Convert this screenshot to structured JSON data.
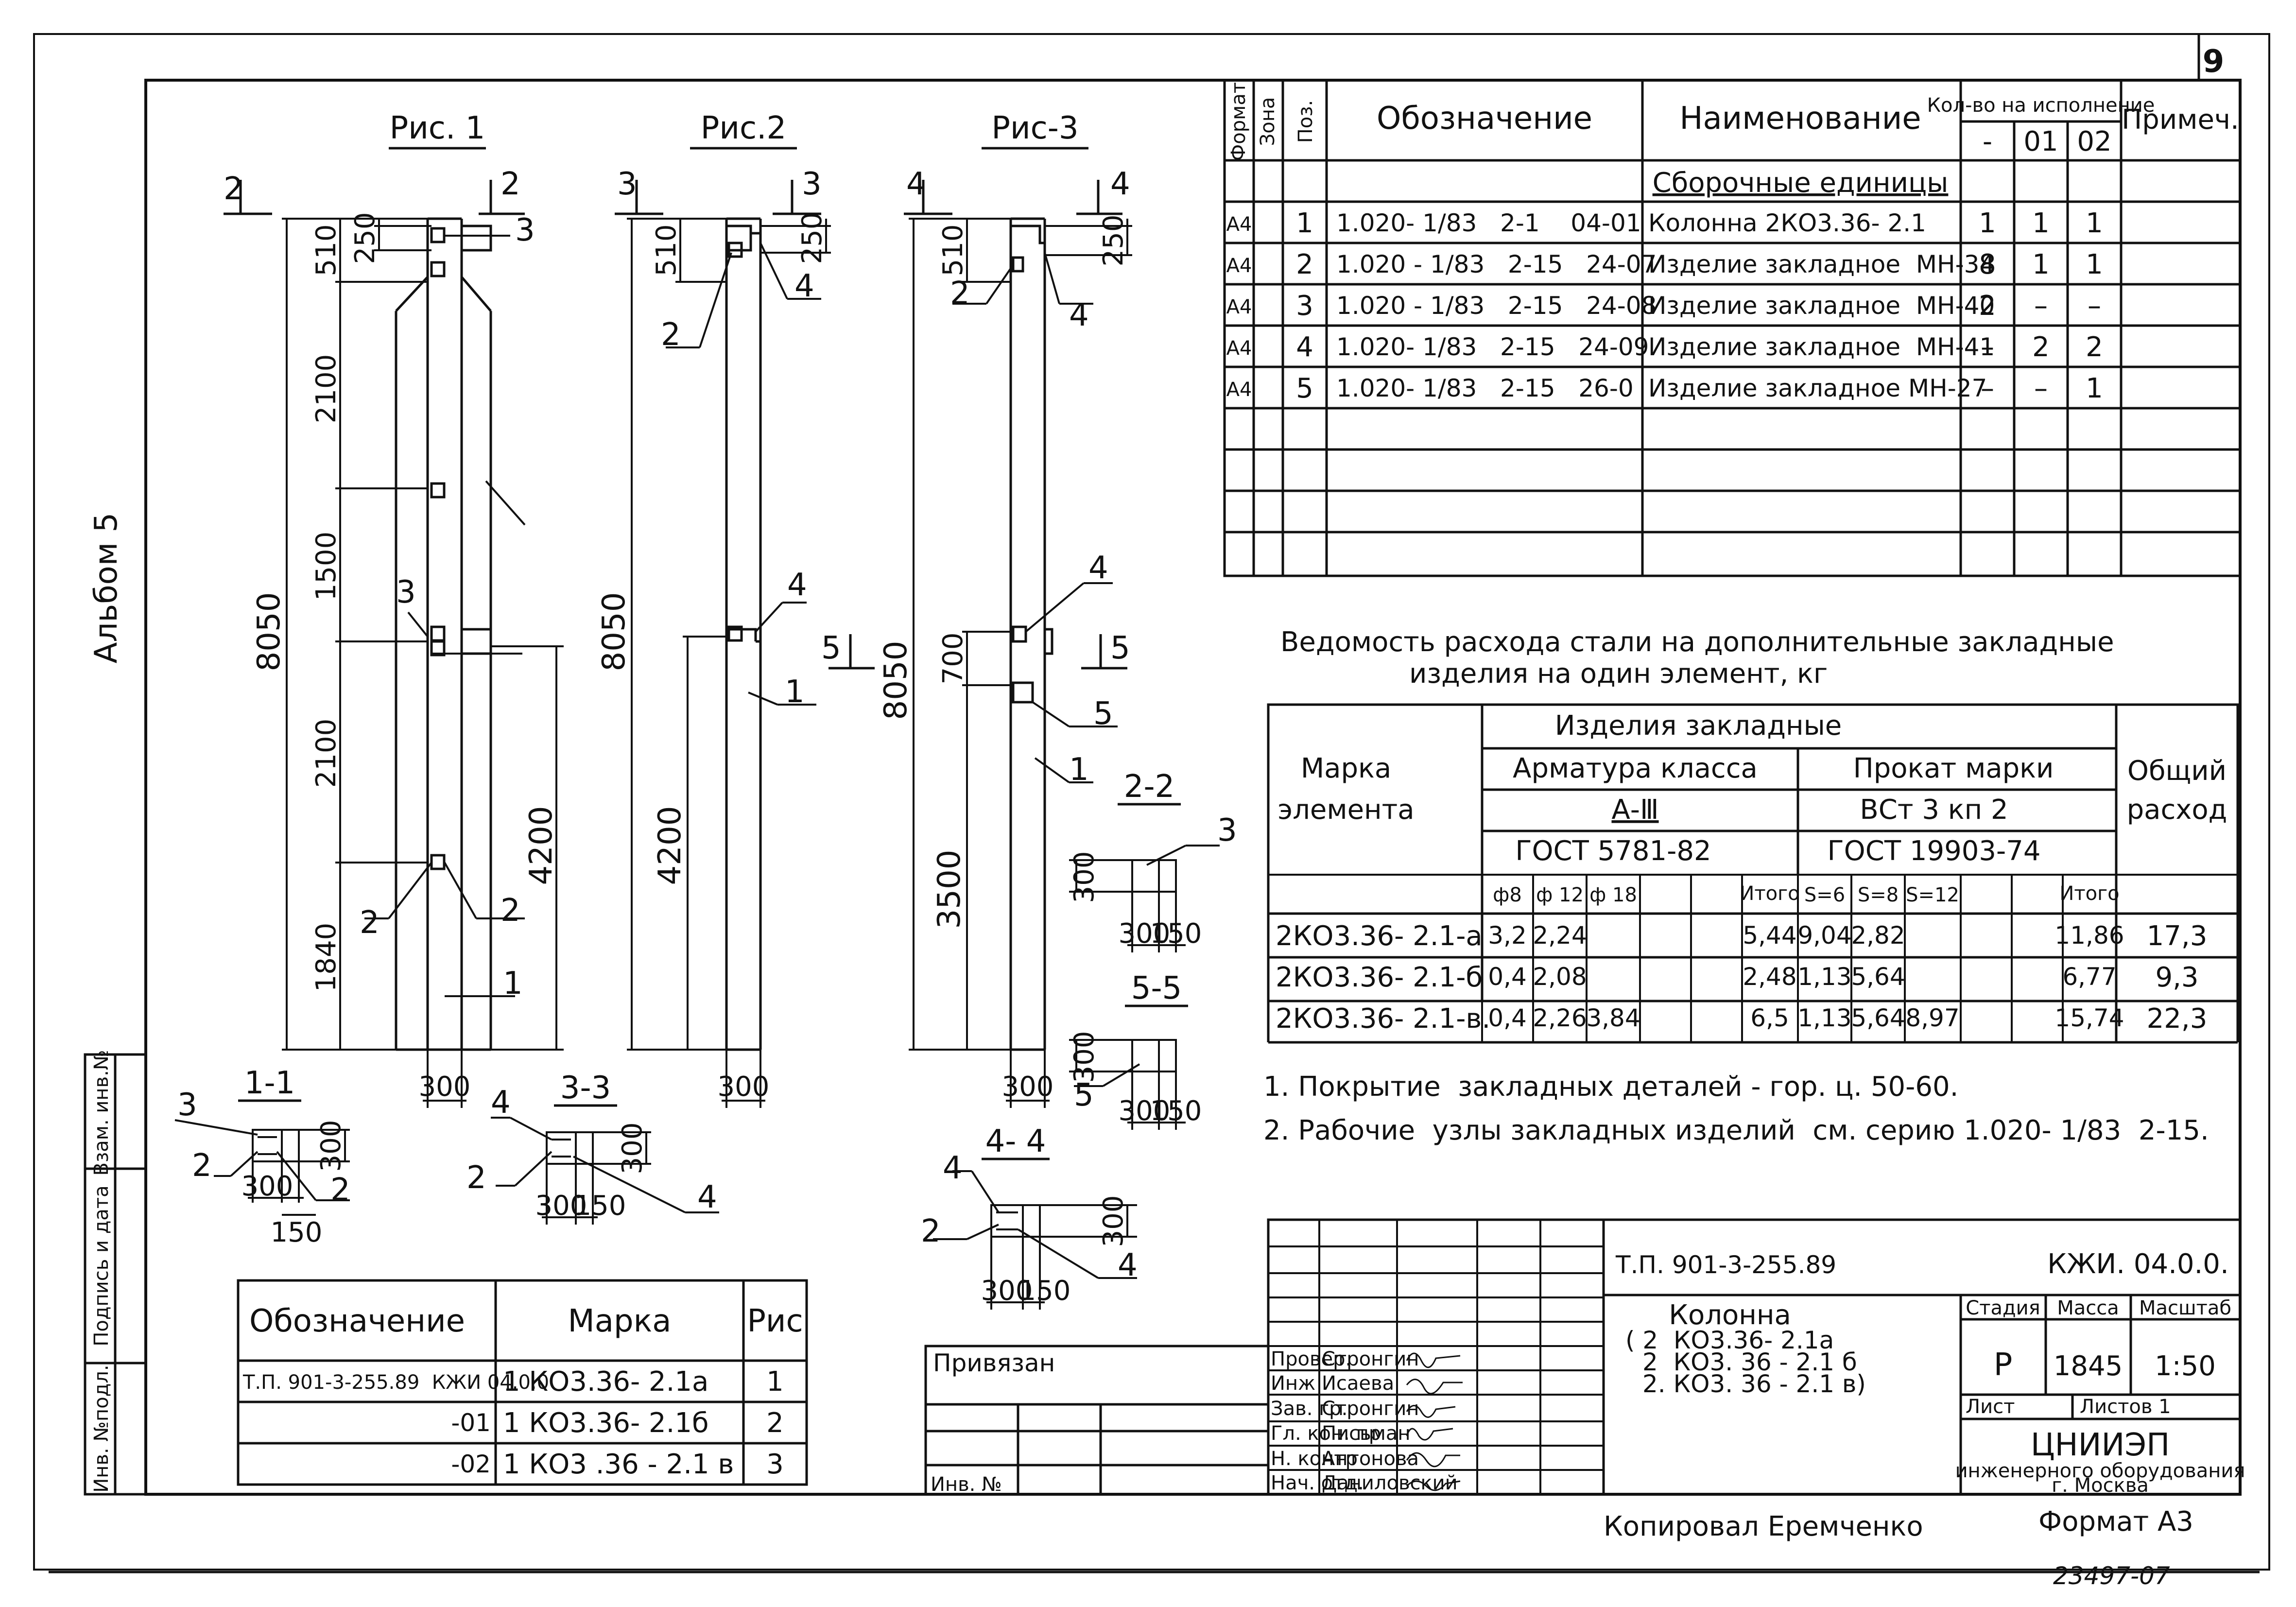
{
  "sheet_number": "9",
  "album_label": "Альбом 5",
  "side_stamp": [
    "Инв. №подл.",
    "Подпись и дата",
    "Взам. инв.№"
  ],
  "figures": {
    "fig1": {
      "title": "Рис. 1",
      "cut_top": "2",
      "dims": {
        "d510": "510",
        "d250": "250",
        "d2100a": "2100",
        "d1500": "1500",
        "d2100b": "2100",
        "d1840": "1840",
        "d8050": "8050",
        "d4200": "4200",
        "d300": "300"
      },
      "positions": [
        "3",
        "3",
        "2",
        "2",
        "1"
      ]
    },
    "fig2": {
      "title": "Рис.2",
      "cut_top": "3",
      "dims": {
        "d510": "510",
        "d250": "250",
        "d8050": "8050",
        "d4200": "4200",
        "d300": "300"
      },
      "positions": [
        "4",
        "2",
        "4",
        "1"
      ]
    },
    "fig3": {
      "title": "Рис-3",
      "cut_top": "4",
      "cut_mid": "5",
      "dims": {
        "d510": "510",
        "d250": "250",
        "d700": "700",
        "d8050": "8050",
        "d3500": "3500",
        "d300": "300"
      },
      "positions": [
        "2",
        "4",
        "4",
        "5",
        "1"
      ]
    }
  },
  "sections": {
    "s11": {
      "title": "1-1",
      "d300": "300",
      "d300b": "300",
      "d150": "150",
      "p3": "3",
      "p2a": "2",
      "p2b": "2"
    },
    "s33": {
      "title": "3-3",
      "d300": "300",
      "d300b": "300",
      "d150": "150",
      "p4a": "4",
      "p2": "2",
      "p4b": "4"
    },
    "s22": {
      "title": "2-2",
      "d300": "300",
      "d300b": "300",
      "d150": "150",
      "p3": "3"
    },
    "s55": {
      "title": "5-5",
      "d300": "300",
      "d300b": "300",
      "d150": "150",
      "p5": "5"
    },
    "s44": {
      "title": "4- 4",
      "d300": "300",
      "d300b": "300",
      "d150": "150",
      "p4a": "4",
      "p2": "2",
      "p4b": "4"
    }
  },
  "spec": {
    "headers": {
      "format": "Формат",
      "zone": "Зона",
      "pos": "Поз.",
      "designation": "Обозначение",
      "name": "Наименование",
      "qty": "Кол-во на исполнение",
      "note": "Примеч."
    },
    "qty_cols": [
      "-",
      "01",
      "02"
    ],
    "section_title": "Сборочные единицы",
    "rows": [
      {
        "format": "А4",
        "pos": "1",
        "designation": "1.020- 1/83   2-1    04-01",
        "name": "Колонна 2КО3.36- 2.1",
        "q0": "1",
        "q1": "1",
        "q2": "1"
      },
      {
        "format": "А4",
        "pos": "2",
        "designation": "1.020 - 1/83   2-15   24-07",
        "name": "Изделие закладное  МН-34",
        "q0": "8",
        "q1": "1",
        "q2": "1"
      },
      {
        "format": "А4",
        "pos": "3",
        "designation": "1.020 - 1/83   2-15   24-08",
        "name": "Изделие закладное  МН-40",
        "q0": "2",
        "q1": "–",
        "q2": "–"
      },
      {
        "format": "А4",
        "pos": "4",
        "designation": "1.020- 1/83   2-15   24-09",
        "name": "Изделие закладное  МН-41",
        "q0": "–",
        "q1": "2",
        "q2": "2"
      },
      {
        "format": "А4",
        "pos": "5",
        "designation": "1.020- 1/83   2-15   26-0",
        "name": "Изделие закладное МН-27",
        "q0": "–",
        "q1": "–",
        "q2": "1"
      }
    ]
  },
  "steel": {
    "title_line1": "Ведомость расхода стали на дополнительные закладные",
    "title_line2": "изделия на один элемент, кг",
    "h_mark": [
      "Марка",
      "элемента"
    ],
    "h_items": "Изделия закладные",
    "h_rebar": "Арматура класса",
    "h_rebar_class": "А-Ⅲ",
    "h_rebar_gost": "ГОСТ 5781-82",
    "h_rolled": "Прокат марки",
    "h_rolled_grade": "ВСт 3 кп 2",
    "h_rolled_gost": "ГОСТ 19903-74",
    "h_total": [
      "Общий",
      "расход"
    ],
    "sub": {
      "d8": "ф8",
      "d12": "ф 12",
      "d18": "ф 18",
      "total1": "Итого",
      "s6": "S=6",
      "s8": "S=8",
      "s12": "S=12",
      "total2": "Итого"
    },
    "rows": [
      {
        "mark": "2КО3.36- 2.1-а",
        "d8": "3,2",
        "d12": "2,24",
        "d18": "",
        "t1": "5,44",
        "s6": "9,04",
        "s8": "2,82",
        "s12": "",
        "t2": "11,86",
        "total": "17,3"
      },
      {
        "mark": "2КО3.36- 2.1-б",
        "d8": "0,4",
        "d12": "2,08",
        "d18": "",
        "t1": "2,48",
        "s6": "1,13",
        "s8": "5,64",
        "s12": "",
        "t2": "6,77",
        "total": "9,3"
      },
      {
        "mark": "2КО3.36- 2.1-в.",
        "d8": "0,4",
        "d12": "2,26",
        "d18": "3,84",
        "t1": "6,5",
        "s6": "1,13",
        "s8": "5,64",
        "s12": "8,97",
        "t2": "15,74",
        "total": "22,3"
      }
    ]
  },
  "notes": [
    "1. Покрытие  закладных деталей - гор. ц. 50-60.",
    "2. Рабочие  узлы закладных изделий  см. серию 1.020- 1/83  2-15."
  ],
  "marks": {
    "headers": {
      "designation": "Обозначение",
      "mark": "Марка",
      "fig": "Рис"
    },
    "rows": [
      {
        "designation": "Т.П. 901-3-255.89  КЖИ 04.0.0",
        "mark": "1 КО3.36- 2.1а",
        "fig": "1"
      },
      {
        "designation": "-01",
        "mark": "1 КО3.36- 2.1б",
        "fig": "2"
      },
      {
        "designation": "-02",
        "mark": "1 КО3 .36 - 2.1 в",
        "fig": "3"
      }
    ]
  },
  "privyazan": {
    "label": "Привязан",
    "inv": "Инв. №"
  },
  "title_block": {
    "project": "Т.П. 901-3-255.89",
    "code": "КЖИ. 04.0.0.",
    "name_lines": [
      "Колонна",
      "( 2  КО3.36- 2.1а",
      "2  КО3. 36 - 2.1 б",
      "2. КО3. 36 - 2.1 в)"
    ],
    "h_stage": "Стадия",
    "h_mass": "Масса",
    "h_scale": "Масштаб",
    "stage": "Р",
    "mass": "1845",
    "scale": "1:50",
    "sheet": "Лист",
    "sheets": "Листов 1",
    "org": "ЦНИИЭП",
    "org_sub": "инженерного оборудования",
    "city": "г. Москва",
    "people": [
      {
        "role": "Провер.",
        "name": "Стронгин"
      },
      {
        "role": "Инж",
        "name": "Исаева"
      },
      {
        "role": "Зав. гр.",
        "name": "Стронгин"
      },
      {
        "role": "Гл. кон. пр",
        "name": "Письман"
      },
      {
        "role": "Н. контр",
        "name": "Антонова"
      },
      {
        "role": "Нач. отд.",
        "name": "Даниловский"
      }
    ]
  },
  "copied": "Копировал Еремченко",
  "format": "Формат А3",
  "bottom_code": "23497-07"
}
